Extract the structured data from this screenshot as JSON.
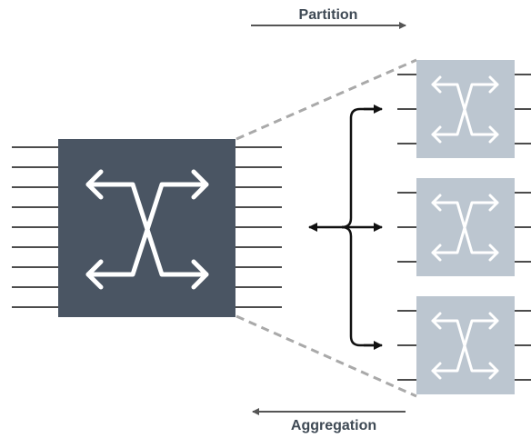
{
  "labels": {
    "top_arrow": "Partition",
    "bottom_arrow": "Aggregation"
  },
  "colors": {
    "big_switch": "#4a5563",
    "small_switch": "#bcc6d0",
    "glyph": "#ffffff",
    "port_lines": "#111111",
    "dashed_connector": "#a9a9a9",
    "label_arrows": "#555555",
    "label_text": "#3f4a55"
  },
  "icons": {
    "big_switch": "crossbar-switch-icon",
    "small_switch": "crossbar-switch-icon",
    "bracket": "brace-fanout-arrows"
  },
  "counts": {
    "big_switch_ports_per_side": 9,
    "small_switches": 3,
    "small_switch_ports_per_side": 3
  }
}
